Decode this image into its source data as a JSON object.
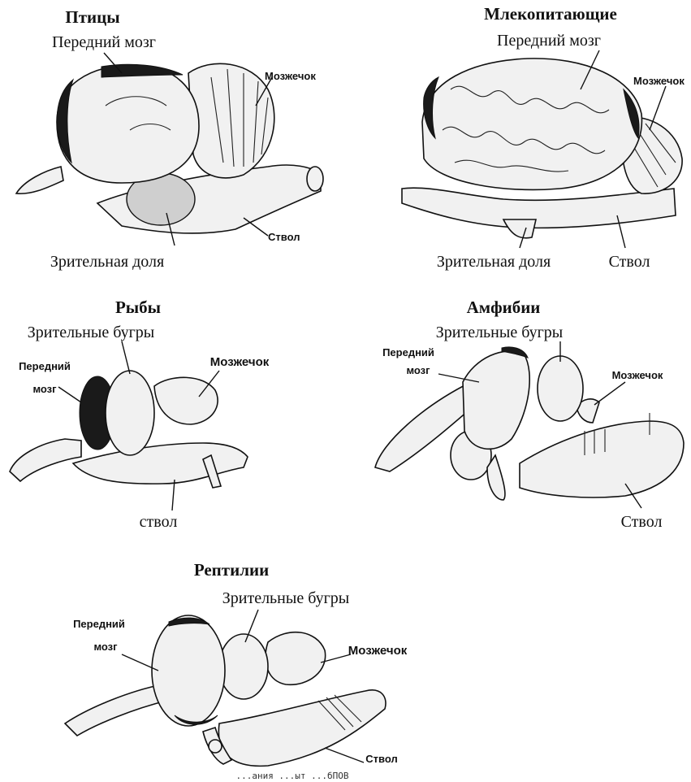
{
  "birds": {
    "title": "Птицы",
    "forebrain": "Передний мозг",
    "cerebellum": "Мозжечок",
    "brainstem": "Ствол",
    "optic_lobe": "Зрительная доля"
  },
  "mammals": {
    "title": "Млекопитающие",
    "forebrain": "Передний мозг",
    "cerebellum": "Мозжечок",
    "optic_lobe": "Зрительная доля",
    "brainstem": "Ствол"
  },
  "fish": {
    "title": "Рыбы",
    "optic_tubercles": "Зрительные бугры",
    "forebrain_line1": "Передний",
    "forebrain_line2": "мозг",
    "cerebellum": "Мозжечок",
    "brainstem": "ствол"
  },
  "amphibians": {
    "title": "Амфибии",
    "optic_tubercles": "Зрительные бугры",
    "forebrain_line1": "Передний",
    "forebrain_line2": "мозг",
    "cerebellum": "Мозжечок",
    "brainstem": "Ствол"
  },
  "reptiles": {
    "title": "Рептилии",
    "optic_tubercles": "Зрительные бугры",
    "forebrain_line1": "Передний",
    "forebrain_line2": "мозг",
    "cerebellum": "Мозжечок",
    "brainstem": "Ствол"
  },
  "footer": {
    "caption": "...ания ...ыт ...бПОВ"
  }
}
